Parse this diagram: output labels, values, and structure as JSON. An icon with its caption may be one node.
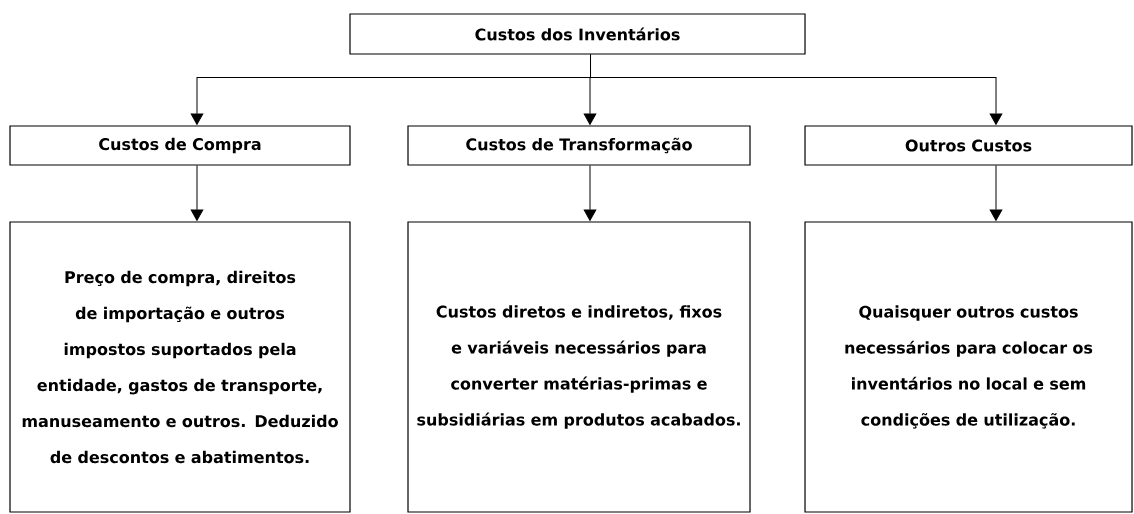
{
  "diagram": {
    "nodes": [
      {
        "text": [
          "Custos dos Inventários"
        ]
      },
      {
        "text": [
          "Custos de Compra"
        ]
      },
      {
        "text": [
          "Custos de Transformação"
        ]
      },
      {
        "text": [
          "Outros Custos"
        ]
      },
      {
        "text": [
          "Preço de compra, direitos de importação e outros impostos suportados pela entidade, gastos de transporte, manuseamento e outros. Deduzido de descontos e abatimentos."
        ]
      },
      {
        "text": [
          "Custos diretos e indiretos, fixos e variáveis necessários para converter matérias-primas e subsidiárias em produtos acabados."
        ]
      },
      {
        "text": [
          "Quaisquer outros custos necessários para colocar os inventários no local e sem condições de utilização."
        ]
      }
    ],
    "edges": [
      {
        "from": 0,
        "to": 1,
        "arrow": "to"
      },
      {
        "from": 0,
        "to": 2,
        "arrow": "to"
      },
      {
        "from": 0,
        "to": 3,
        "arrow": "to"
      },
      {
        "from": 1,
        "to": 4,
        "arrow": "to"
      },
      {
        "from": 2,
        "to": 5,
        "arrow": "to"
      },
      {
        "from": 3,
        "to": 6,
        "arrow": "to"
      }
    ]
  }
}
